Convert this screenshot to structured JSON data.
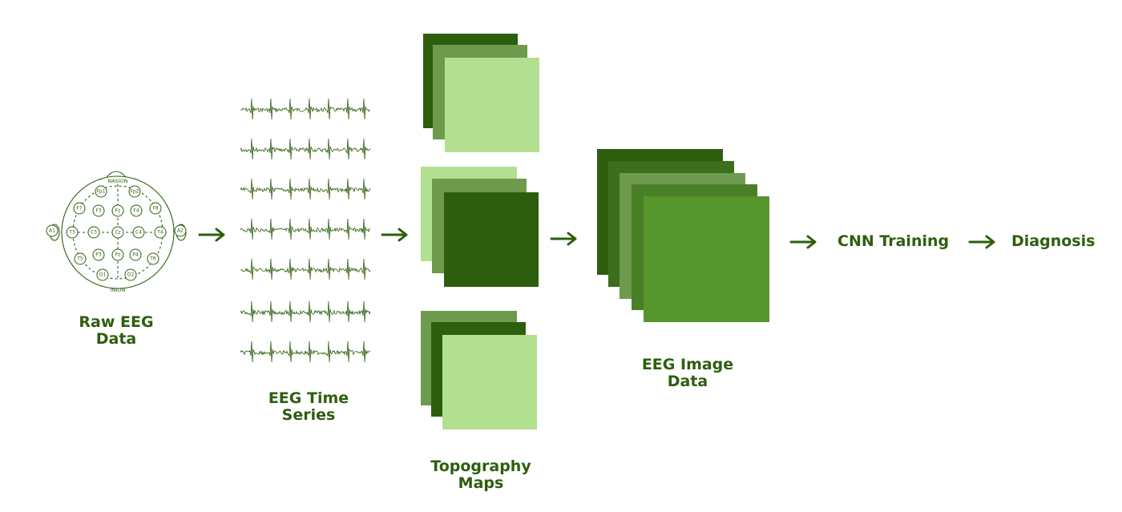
{
  "colors": {
    "darkest": "#2d5e0e",
    "dark": "#3c6e1c",
    "mid": "#6e9a4e",
    "bright": "#55952b",
    "light": "#b3df90",
    "text": "#2d5e0e"
  },
  "stages": {
    "raw_eeg": {
      "line1": "Raw EEG",
      "line2": "Data"
    },
    "time_series": {
      "line1": "EEG Time",
      "line2": "Series"
    },
    "topography": {
      "line1": "Topography",
      "line2": "Maps"
    },
    "image_data": {
      "line1": "EEG Image",
      "line2": "Data"
    },
    "cnn": {
      "label": "CNN Training"
    },
    "diagnosis": {
      "label": "Diagnosis"
    }
  },
  "electrodes": {
    "nasion": "NASION",
    "inion": "INION",
    "fp1": "Fp1",
    "fp2": "Fp2",
    "f7": "F7",
    "f3": "F3",
    "fz": "Fz",
    "f4": "F4",
    "f8": "F8",
    "a1": "A1",
    "t3": "T3",
    "c3": "C3",
    "cz": "Cz",
    "c4": "C4",
    "t4": "T4",
    "a2": "A2",
    "t5": "T5",
    "p3": "P3",
    "pz": "Pz",
    "p4": "P4",
    "t6": "T6",
    "o1": "O1",
    "o2": "O2"
  },
  "icons": {
    "head": "eeg-electrode-head-icon",
    "waveform": "eeg-waveform-icon",
    "arrow": "arrow-right-icon"
  }
}
